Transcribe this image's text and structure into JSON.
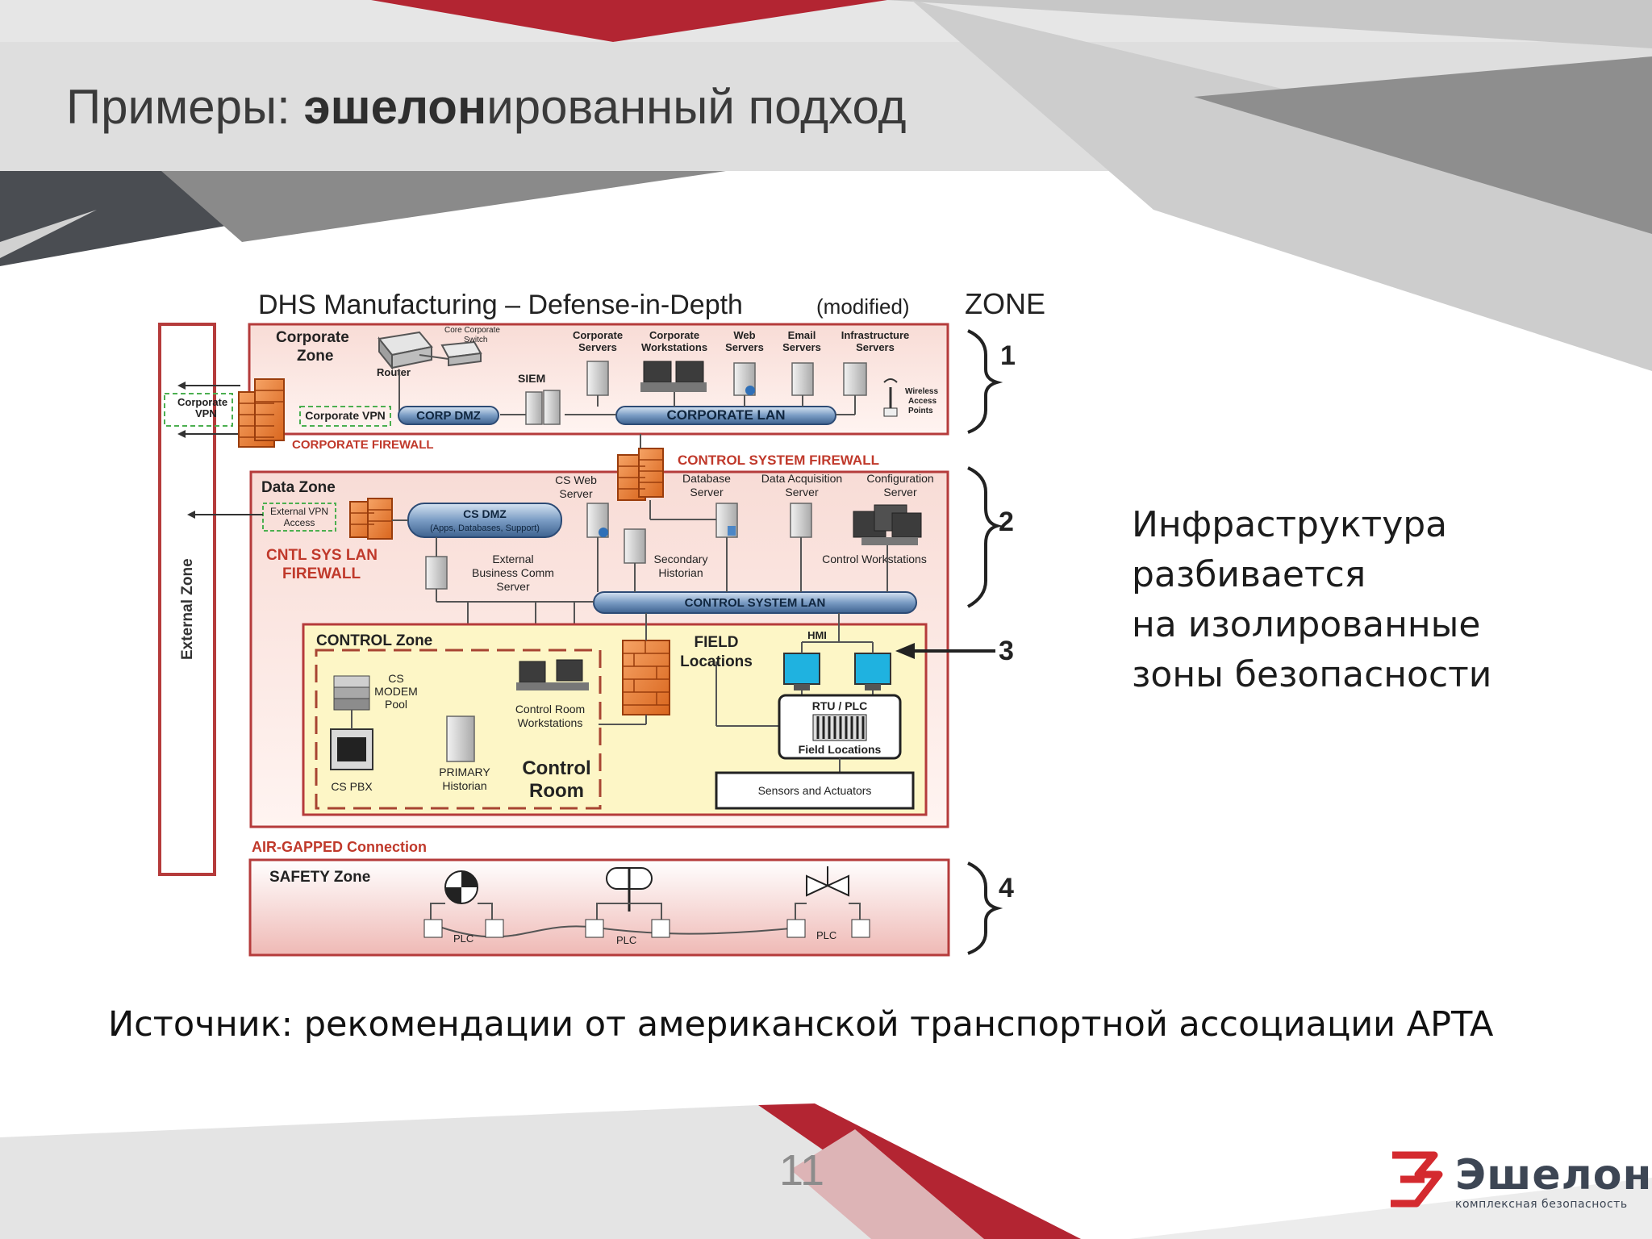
{
  "slide": {
    "title_prefix": "Примеры: ",
    "title_bold": "эшелон",
    "title_suffix": "ированный подход",
    "side_text": [
      "Инфраструктура",
      "разбивается",
      "на изолированные",
      "зоны безопасности"
    ],
    "caption": "Источник: рекомендации от американской транспортной ассоциации APTA",
    "page_number": "11",
    "logo_name": "Эшелон",
    "logo_tagline": "комплексная безопасность",
    "colors": {
      "accent_red": "#b32532",
      "dark_gray": "#4a4d52",
      "zone_border": "#b53b3b"
    }
  },
  "diagram": {
    "title": "DHS Manufacturing – Defense-in-Depth",
    "title_note": "(modified)",
    "zone_header": "ZONE",
    "zone_numbers": [
      "1",
      "2",
      "3",
      "4"
    ],
    "external_zone": "External Zone",
    "corporate": {
      "zone_label_1": "Corporate",
      "zone_label_2": "Zone",
      "core_switch_1": "Core Corporate",
      "core_switch_2": "Switch",
      "router": "Router",
      "siem": "SIEM",
      "corporate_vpn_left_1": "Corporate",
      "corporate_vpn_left_2": "VPN",
      "corporate_vpn": "Corporate VPN",
      "corp_dmz": "CORP DMZ",
      "corporate_lan": "CORPORATE LAN",
      "corporate_firewall": "CORPORATE FIREWALL",
      "servers": [
        {
          "l1": "Corporate",
          "l2": "Servers"
        },
        {
          "l1": "Corporate",
          "l2": "Workstations"
        },
        {
          "l1": "Web",
          "l2": "Servers"
        },
        {
          "l1": "Email",
          "l2": "Servers"
        },
        {
          "l1": "Infrastructure",
          "l2": "Servers"
        }
      ],
      "wireless_1": "Wireless",
      "wireless_2": "Access",
      "wireless_3": "Points"
    },
    "data": {
      "zone_label": "Data Zone",
      "control_system_firewall": "CONTROL SYSTEM FIREWALL",
      "external_vpn_1": "External VPN",
      "external_vpn_2": "Access",
      "cs_dmz": "CS DMZ",
      "cs_dmz_sub": "(Apps, Databases, Support)",
      "cntl_sys_1": "CNTL SYS LAN",
      "cntl_sys_2": "FIREWALL",
      "cs_web_1": "CS Web",
      "cs_web_2": "Server",
      "database_1": "Database",
      "database_2": "Server",
      "data_acq_1": "Data Acquisition",
      "data_acq_2": "Server",
      "config_1": "Configuration",
      "config_2": "Server",
      "ext_bc_1": "External",
      "ext_bc_2": "Business Comm",
      "ext_bc_3": "Server",
      "secondary_1": "Secondary",
      "secondary_2": "Historian",
      "control_ws": "Control Workstations",
      "control_system_lan": "CONTROL SYSTEM LAN"
    },
    "control": {
      "zone_label": "CONTROL Zone",
      "cs_modem_1": "CS",
      "cs_modem_2": "MODEM",
      "cs_modem_3": "Pool",
      "cs_pbx": "CS PBX",
      "primary_1": "PRIMARY",
      "primary_2": "Historian",
      "control_room_ws_1": "Control Room",
      "control_room_ws_2": "Workstations",
      "control_room_1": "Control",
      "control_room_2": "Room",
      "field_1": "FIELD",
      "field_2": "Locations",
      "hmi": "HMI",
      "rtu_plc": "RTU / PLC",
      "field_locations": "Field Locations",
      "sensors": "Sensors and Actuators"
    },
    "safety": {
      "air_gapped": "AIR-GAPPED Connection",
      "zone_label": "SAFETY Zone",
      "plc": "PLC"
    }
  }
}
